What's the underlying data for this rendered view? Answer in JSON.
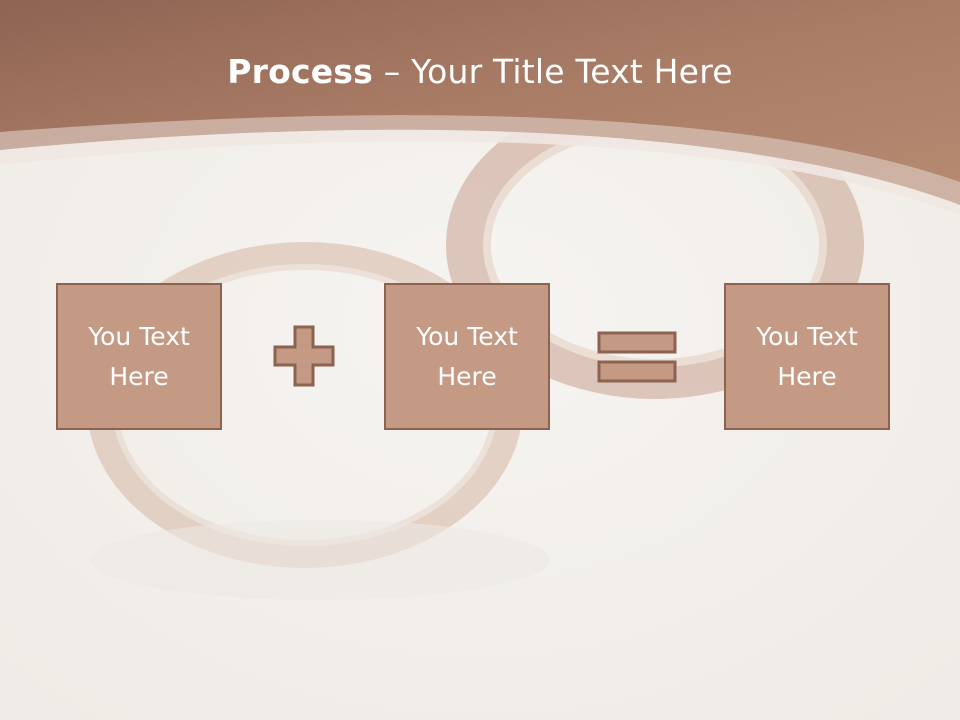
{
  "title": {
    "bold": "Process",
    "dash": " – ",
    "rest": "Your Title Text Here"
  },
  "boxes": [
    {
      "text": "You Text Here"
    },
    {
      "text": "You Text Here"
    },
    {
      "text": "You Text Here"
    }
  ],
  "operators": [
    "plus",
    "equals"
  ],
  "colors": {
    "header": "#a87b65",
    "box_fill": "#c49a85",
    "box_border": "#8c6250"
  }
}
